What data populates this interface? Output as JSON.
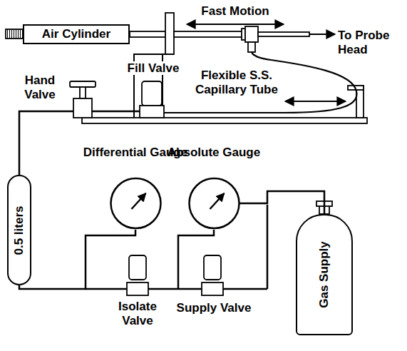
{
  "diagram": {
    "nodes": [
      {
        "text": [
          "Air Cylinder"
        ]
      },
      {
        "text": [
          "Differential Gauge"
        ]
      },
      {
        "text": [
          "Absolute Gauge"
        ]
      },
      {
        "text": [
          "0.5 liters"
        ]
      },
      {
        "text": [
          "Gas Supply"
        ]
      }
    ],
    "edges": [
      {
        "from": 3,
        "to": 1,
        "arrow": "none"
      },
      {
        "from": 4,
        "to": 2,
        "arrow": "none"
      }
    ],
    "labels": [
      "Fast Motion",
      "To Probe Head",
      "Fill Valve",
      "Hand Valve",
      "Flexible S.S. Capillary Tube",
      "Isolate Valve",
      "Supply Valve"
    ]
  }
}
